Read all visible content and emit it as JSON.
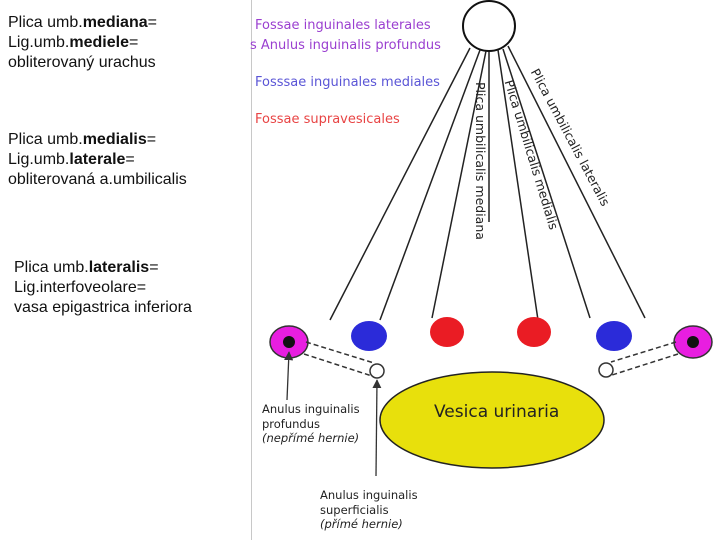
{
  "left_notes": [
    {
      "prefix": "Plica umb.",
      "bold": "mediana",
      "suffix": "=",
      "line2_prefix": "Lig.umb.",
      "line2_bold": "mediele",
      "line2_suffix": "=",
      "line3": "obliterovaný urachus"
    },
    {
      "prefix": "Plica umb.",
      "bold": "medialis",
      "suffix": "=",
      "line2_prefix": "Lig.umb.",
      "line2_bold": "laterale",
      "line2_suffix": "=",
      "line3": "obliterovaná a.umbilicalis"
    },
    {
      "prefix": "Plica umb.",
      "bold": "lateralis",
      "suffix": "=",
      "line2_prefix": "Lig.interfoveolare=",
      "line2_bold": "",
      "line2_suffix": "",
      "line3": "vasa epigastrica inferiora"
    }
  ],
  "legend": {
    "fossae_laterales": "Fossae inguinales laterales",
    "anulus_profundus": "s Anulus inguinalis profundus",
    "fossae_mediales": "Fosssae inguinales mediales",
    "fossae_supravesicales": "Fossae supravesicales"
  },
  "plica_labels": {
    "mediana": "Plica umbilicalis mediana",
    "medialis": "Plica umbilicalis medialis",
    "lateralis": "Plica umbilicalis lateralis"
  },
  "bladder_label": "Vesica urinaria",
  "annotations": {
    "profundus": {
      "line1": "Anulus inguinalis",
      "line2": "profundus",
      "line3": "(nepřímé hernie)"
    },
    "superficialis": {
      "line1": "Anulus inguinalis",
      "line2": "superficialis",
      "line3": "(přímé hernie)"
    }
  },
  "colors": {
    "laterales": "#e81ee0",
    "mediales": "#2b2bd9",
    "supravesicales": "#ea1c24",
    "label_purple": "#9a3fd0",
    "label_blue": "#5a55d6",
    "label_red": "#e84444",
    "bladder": "#e8e00c"
  }
}
